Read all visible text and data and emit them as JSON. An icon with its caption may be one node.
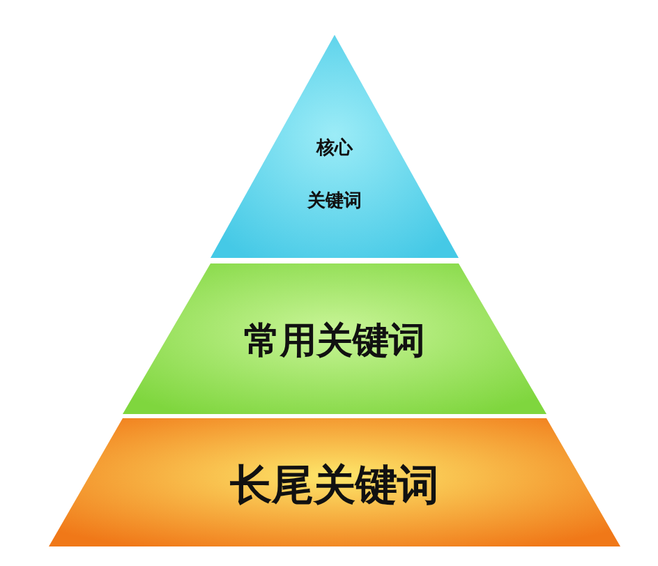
{
  "diagram": {
    "nodes": [
      {
        "text": [
          "核心",
          "关键词"
        ]
      },
      {
        "text": [
          "常用关键词"
        ]
      },
      {
        "text": [
          "长尾关键词"
        ]
      }
    ]
  }
}
